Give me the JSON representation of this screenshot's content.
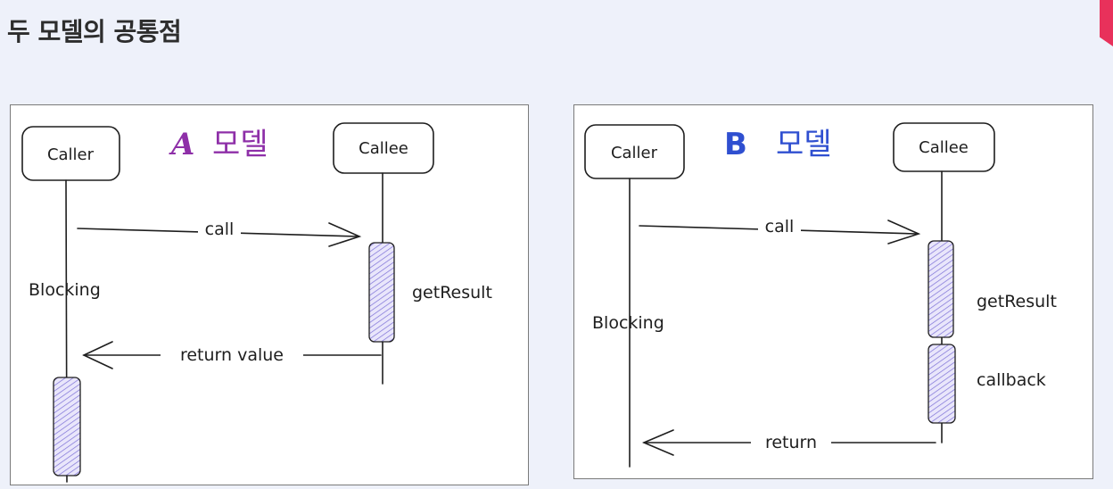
{
  "page": {
    "title": "두 모델의 공통점"
  },
  "colors": {
    "accent_tab": "#e8315b",
    "model_a_title": "#8e2fa8",
    "model_b_title": "#2f4fd0",
    "activation_hatch": "#7b6fd6"
  },
  "diagram_a": {
    "title_letter": "A",
    "title_word": "모델",
    "caller": "Caller",
    "callee": "Callee",
    "call_label": "call",
    "get_result": "getResult",
    "return_label": "return value",
    "blocking": "Blocking"
  },
  "diagram_b": {
    "title_letter": "B",
    "title_word": "모델",
    "caller": "Caller",
    "callee": "Callee",
    "call_label": "call",
    "get_result": "getResult",
    "callback_label": "callback",
    "return_label": "return",
    "blocking": "Blocking"
  }
}
